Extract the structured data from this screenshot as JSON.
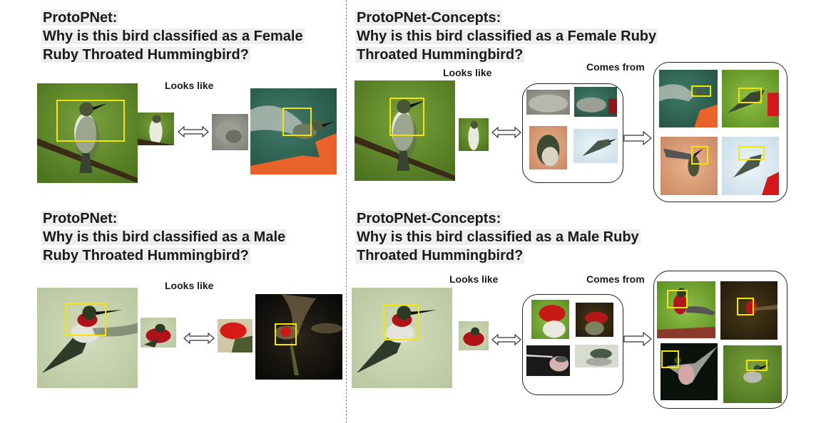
{
  "panels": {
    "top_left": {
      "title": "ProtoPNet:",
      "question": [
        "Why is this bird classified as a Female",
        "Ruby Throated Hummingbird?"
      ],
      "looks_like": "Looks like"
    },
    "top_right": {
      "title": "ProtoPNet-Concepts:",
      "question": [
        "Why is this bird classified as a Female Ruby",
        "Throated Hummingbird?"
      ],
      "looks_like": "Looks like",
      "comes_from": "Comes from"
    },
    "bottom_left": {
      "title": "ProtoPNet:",
      "question": [
        "Why is this bird classified as a Male",
        "Ruby Throated Hummingbird?"
      ],
      "looks_like": "Looks like"
    },
    "bottom_right": {
      "title": "ProtoPNet-Concepts:",
      "question": [
        "Why is this bird classified as a Male Ruby",
        "Throated Hummingbird?"
      ],
      "looks_like": "Looks like",
      "comes_from": "Comes from"
    }
  },
  "colors": {
    "highlight_box": "#f5e600",
    "green_background": "#5e8a2a",
    "pale_background": "#c9d4b0",
    "dark_background": "#0d0d0d",
    "throat_red": "#c41818",
    "feeder_orange": "#e8622a"
  }
}
